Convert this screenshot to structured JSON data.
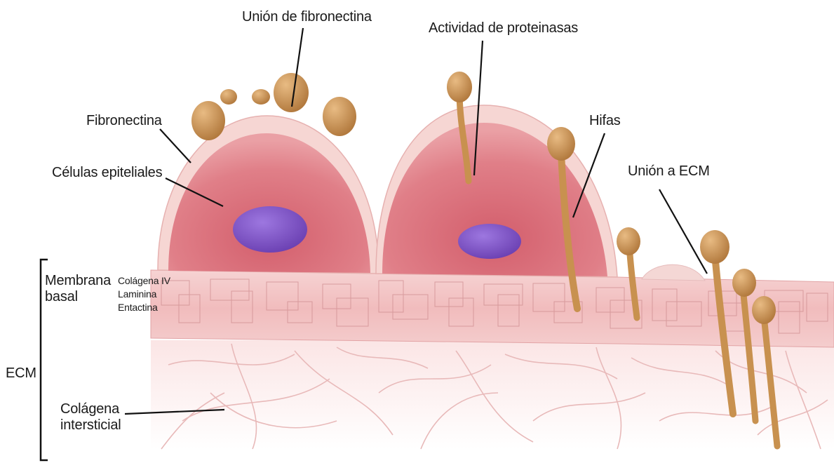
{
  "labels": {
    "fibronectin_binding": "Unión de fibronectina",
    "proteinase_activity": "Actividad de proteinasas",
    "fibronectin": "Fibronectina",
    "hyphae": "Hifas",
    "epithelial_cells": "Células epiteliales",
    "ecm_binding": "Unión a ECM",
    "basement_membrane": [
      "Membrana",
      "basal"
    ],
    "basement_components": [
      "Colágena IV",
      "Laminina",
      "Entactina"
    ],
    "ecm": "ECM",
    "interstitial_collagen": [
      "Colágena",
      "intersticial"
    ]
  },
  "colors": {
    "cell_body": "#d9707a",
    "cell_rim": "#f5d3d0",
    "nucleus": "#7b4fc2",
    "basement_membrane": "#f2c3c3",
    "fungus": "#c98d4f",
    "collagen_fiber": "#e9b7b7",
    "leader_line": "#111111"
  }
}
